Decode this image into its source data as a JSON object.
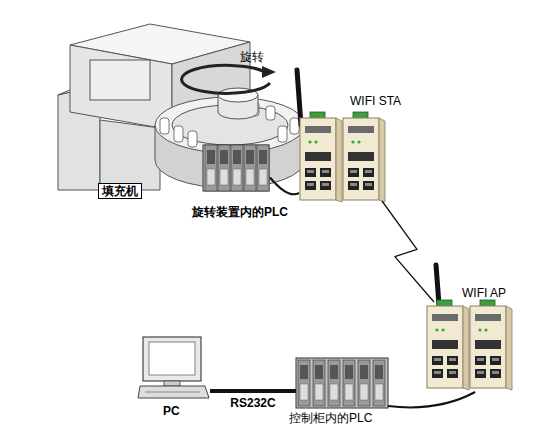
{
  "diagram": {
    "nodes": [
      {
        "text": [
          "填充机"
        ]
      },
      {
        "text": [
          "旋转装置内的PLC"
        ],
        "in": 0
      },
      {
        "text": [
          "WIFI STA"
        ]
      },
      {
        "text": [
          "WIFI AP"
        ]
      },
      {
        "text": [
          "PC"
        ]
      },
      {
        "text": [
          "控制柜内的PLC"
        ]
      }
    ],
    "edges": [
      {
        "from": 1,
        "to": 2,
        "arrow": "none"
      },
      {
        "from": 2,
        "to": 3,
        "arrow": "none"
      },
      {
        "from": 4,
        "to": 5,
        "label": "RS232C",
        "arrow": "none"
      },
      {
        "from": 5,
        "to": 3,
        "arrow": "none"
      }
    ],
    "labels": [
      "旋转"
    ]
  }
}
